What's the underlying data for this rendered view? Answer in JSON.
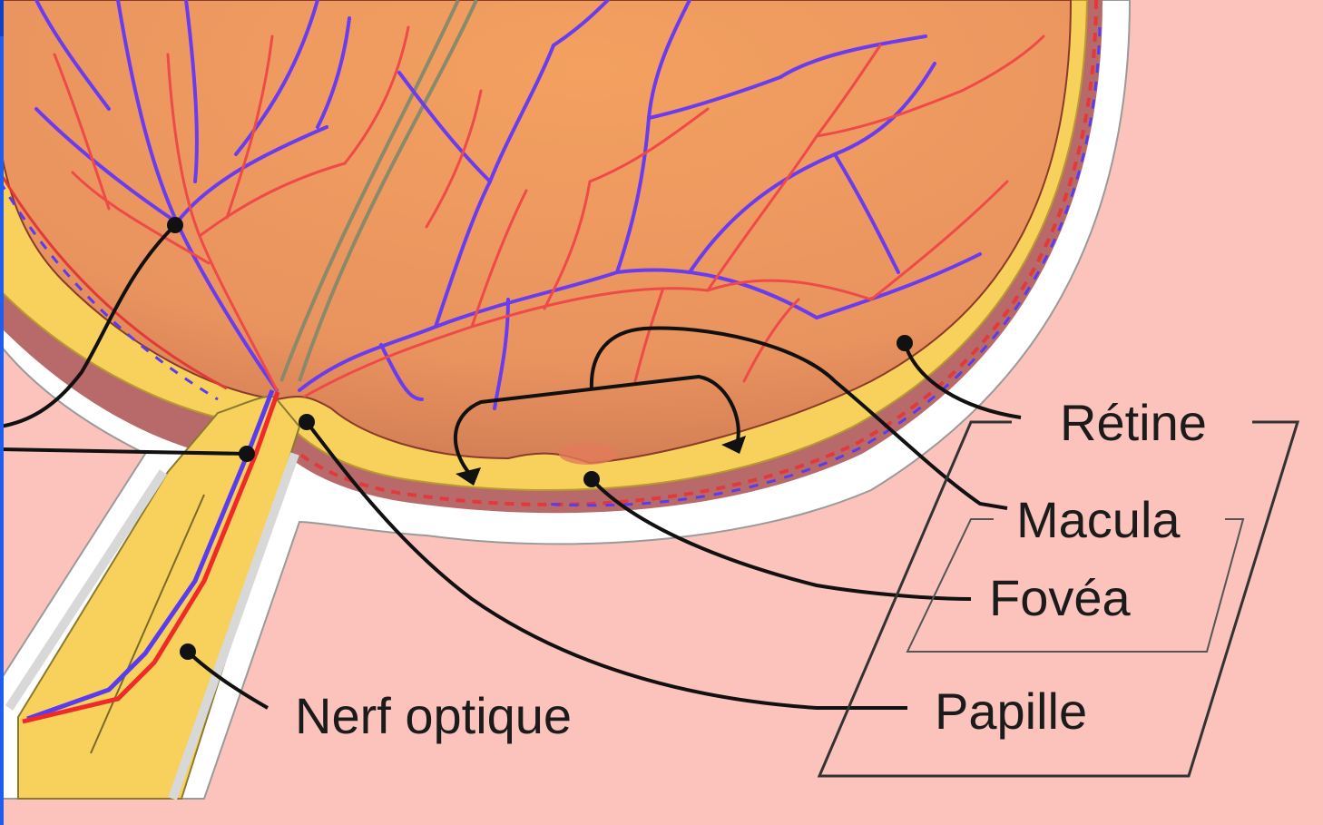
{
  "diagram": {
    "labels": {
      "retine": "Rétine",
      "macula": "Macula",
      "fovea": "Fovéa",
      "papille": "Papille",
      "nerf_optique": "Nerf optique"
    },
    "colors": {
      "background": "#fcc3bd",
      "sclera": "#ffffff",
      "choroid": "#b86a6a",
      "retina_layer": "#f7d15c",
      "vitreous": "#e8945e",
      "artery": "#ee3a3a",
      "vein": "#6a3cf0",
      "label_text": "#1b1b1b"
    }
  }
}
